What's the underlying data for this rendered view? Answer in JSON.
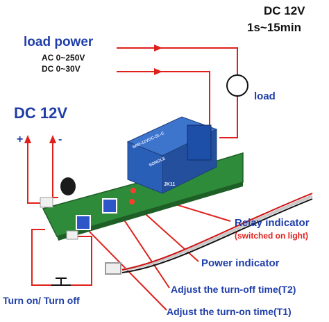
{
  "header": {
    "supply": "DC 12V",
    "range": "1s~15min"
  },
  "load_power": {
    "title": "load power",
    "ac": "AC 0~250V",
    "dc": "DC 0~30V"
  },
  "load_label": "load",
  "supply_label": "DC 12V",
  "polarity": {
    "plus": "+",
    "minus": "-"
  },
  "relay_indicator": "Relay indicator",
  "relay_indicator_note": "(switched on light)",
  "power_indicator": "Power indicator",
  "t2_label": "Adjust the turn-off time(T2)",
  "t1_label": "Adjust the turn-on time(T1)",
  "switch_label": "Turn on/ Turn off",
  "board_markings": {
    "relay_model": "SRD-12VDC-SL-C",
    "relay_brand": "SONGLE",
    "board_code": "JK11"
  },
  "colors": {
    "accent_blue": "#1f3ea8",
    "wire_red": "#e0201a",
    "pcb_green": "#2e8b3a",
    "relay_blue": "#2a5fb8"
  }
}
